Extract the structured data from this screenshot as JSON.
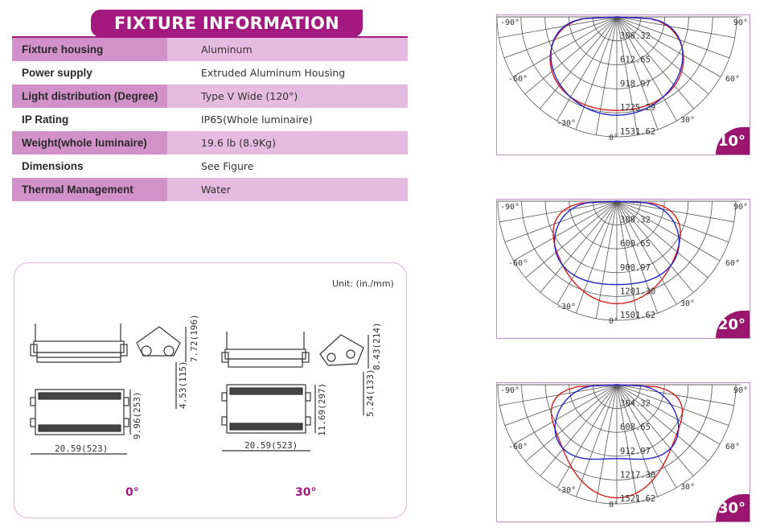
{
  "header": {
    "title": "FIXTURE INFORMATION"
  },
  "specs": [
    {
      "label": "Fixture housing",
      "value": "Aluminum"
    },
    {
      "label": "Power supply",
      "value": "Extruded Aluminum Housing"
    },
    {
      "label": "Light distribution (Degree)",
      "value": "Type V  Wide (120°)"
    },
    {
      "label": "IP Rating",
      "value": "IP65(Whole luminaire)"
    },
    {
      "label": "Weight(whole luminaire)",
      "value": "19.6 lb (8.9Kg)"
    },
    {
      "label": "Dimensions",
      "value": "See Figure"
    },
    {
      "label": "Thermal Management",
      "value": "Water"
    }
  ],
  "dimensions": {
    "unit_label": "Unit: (in./mm)",
    "fixture_0": {
      "angle": "0°",
      "height_top": "7.72(196)",
      "height_side": "4.53(115)",
      "width": "9.96(253)",
      "length": "20.59(523)"
    },
    "fixture_30": {
      "angle": "30°",
      "height_top": "8.43(214)",
      "height_side": "5.24(133)",
      "width": "11.69(297)",
      "length": "20.59(523)"
    }
  },
  "polar_charts": [
    {
      "tilt": "10°",
      "angle_labels": {
        "left90": "-90°",
        "right90": "90°",
        "left60": "-60°",
        "right60": "60°",
        "left30": "-30°",
        "right30": "30°",
        "zero": "0°"
      },
      "rings": [
        "306.32",
        "612.65",
        "918.97",
        "1225.29",
        "1531.62"
      ],
      "series_colors": [
        "#d61f1f",
        "#2323c8"
      ]
    },
    {
      "tilt": "20°",
      "angle_labels": {
        "left90": "-90°",
        "right90": "90°",
        "left60": "-60°",
        "right60": "60°",
        "left30": "-30°",
        "right30": "30°",
        "zero": "0°"
      },
      "rings": [
        "300.32",
        "600.65",
        "900.97",
        "1201.30",
        "1501.62"
      ],
      "series_colors": [
        "#d61f1f",
        "#2323c8"
      ]
    },
    {
      "tilt": "30°",
      "angle_labels": {
        "left90": "-90°",
        "right90": "90°",
        "left60": "-60°",
        "right60": "60°",
        "left30": "-30°",
        "right30": "30°",
        "zero": "0°"
      },
      "rings": [
        "304.32",
        "608.65",
        "912.97",
        "1217.30",
        "1521.62"
      ],
      "series_colors": [
        "#d61f1f",
        "#2323c8"
      ]
    }
  ]
}
